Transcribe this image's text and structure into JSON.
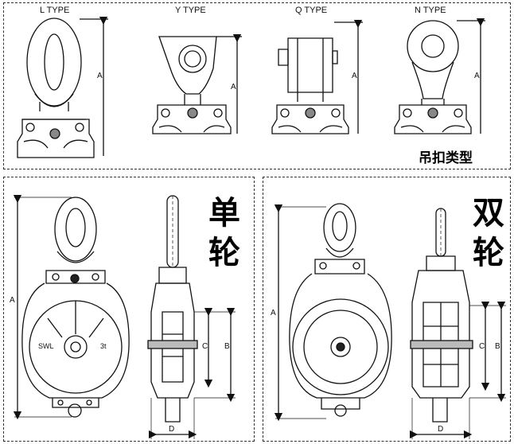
{
  "top_panel": {
    "types": [
      {
        "key": "l",
        "label": "L TYPE"
      },
      {
        "key": "y",
        "label": "Y TYPE"
      },
      {
        "key": "q",
        "label": "Q TYPE"
      },
      {
        "key": "n",
        "label": "N TYPE"
      }
    ],
    "dimension_label": "A",
    "caption": "吊扣类型"
  },
  "single_panel": {
    "title_line1": "单",
    "title_line2": "轮",
    "dims": {
      "a": "A",
      "b": "B",
      "c": "C",
      "d": "D"
    },
    "wheel_text_left": "SWL",
    "wheel_text_right": "3t"
  },
  "double_panel": {
    "title_line1": "双",
    "title_line2": "轮",
    "dims": {
      "a": "A",
      "b": "B",
      "c": "C",
      "d": "D"
    }
  }
}
